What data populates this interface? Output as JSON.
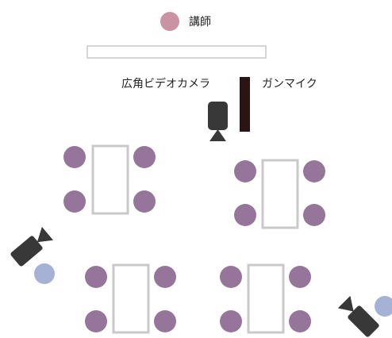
{
  "labels": {
    "lecturer": "講師",
    "wide_camera": "広角ビデオカメラ",
    "gun_mic": "ガンマイク"
  },
  "colors": {
    "lecturer": "#c993a4",
    "participant": "#95769a",
    "camera_operator": "#a5b1d5",
    "table_stroke": "#c9c9c9",
    "mic": "#2b1414",
    "camera_body": "#383838"
  },
  "groups": [
    {
      "id": "top-left",
      "participants": 4
    },
    {
      "id": "top-right",
      "participants": 4
    },
    {
      "id": "bottom-left",
      "participants": 4
    },
    {
      "id": "bottom-right",
      "participants": 4
    }
  ],
  "icons": [
    "video-camera-icon",
    "microphone-icon"
  ]
}
